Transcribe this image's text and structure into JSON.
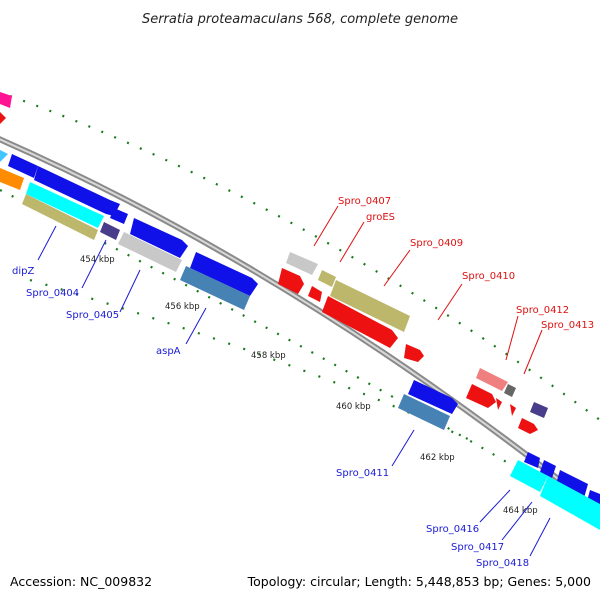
{
  "title": "Serratia proteamaculans 568, complete genome",
  "footer": {
    "accession": "Accession: NC_009832",
    "topology": "Topology: circular; Length: 5,448,853 bp; Genes: 5,000"
  },
  "ticks": [
    "454 kbp",
    "456 kbp",
    "458 kbp",
    "460 kbp",
    "462 kbp",
    "464 kbp"
  ],
  "labels_blue": [
    "dipZ",
    "Spro_0404",
    "Spro_0405",
    "aspA",
    "Spro_0411",
    "Spro_0416",
    "Spro_0417",
    "Spro_0418"
  ],
  "labels_red": [
    "Spro_0407",
    "groES",
    "Spro_0409",
    "Spro_0410",
    "Spro_0412",
    "Spro_0413"
  ],
  "colors": {
    "backbone": "#888888",
    "blue_gene": "#1010e8",
    "red_gene": "#ee1111",
    "khaki_gene": "#bdb76b",
    "steel_gene": "#4682b4",
    "cyan_gene": "#00ffff",
    "grey_gene": "#c8c8c8",
    "pink_gene": "#f08080",
    "slate_gene": "#483d8b",
    "orange_gene": "#ff8c00",
    "magenta_gene": "#ff1493",
    "gc_dots": "#1a7a1a"
  }
}
